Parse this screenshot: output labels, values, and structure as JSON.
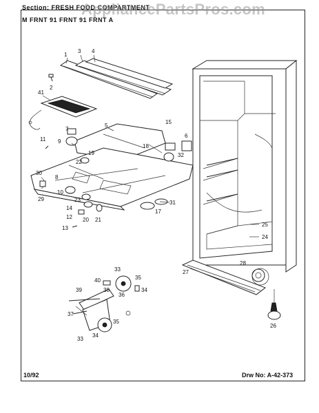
{
  "header": {
    "section_line": "Section:  FRESH FOOD COMPARTMENT",
    "model_line": "M  FRNT 91  FRNT 91  FRNT  A"
  },
  "watermark": "AppliancePartsPros.com",
  "footer": {
    "date": "10/92",
    "drawing_number": "Drw  No:  A-42-373"
  },
  "part_labels": [
    "1",
    "2",
    "3",
    "4",
    "41",
    "5",
    "6",
    "7",
    "8",
    "9",
    "10",
    "11",
    "12",
    "13",
    "14",
    "15",
    "17",
    "18",
    "19",
    "20",
    "21",
    "22",
    "23",
    "24",
    "25",
    "27",
    "28",
    "29",
    "30",
    "31",
    "32",
    "33",
    "34",
    "35",
    "36",
    "37",
    "38",
    "39",
    "40",
    "26"
  ]
}
